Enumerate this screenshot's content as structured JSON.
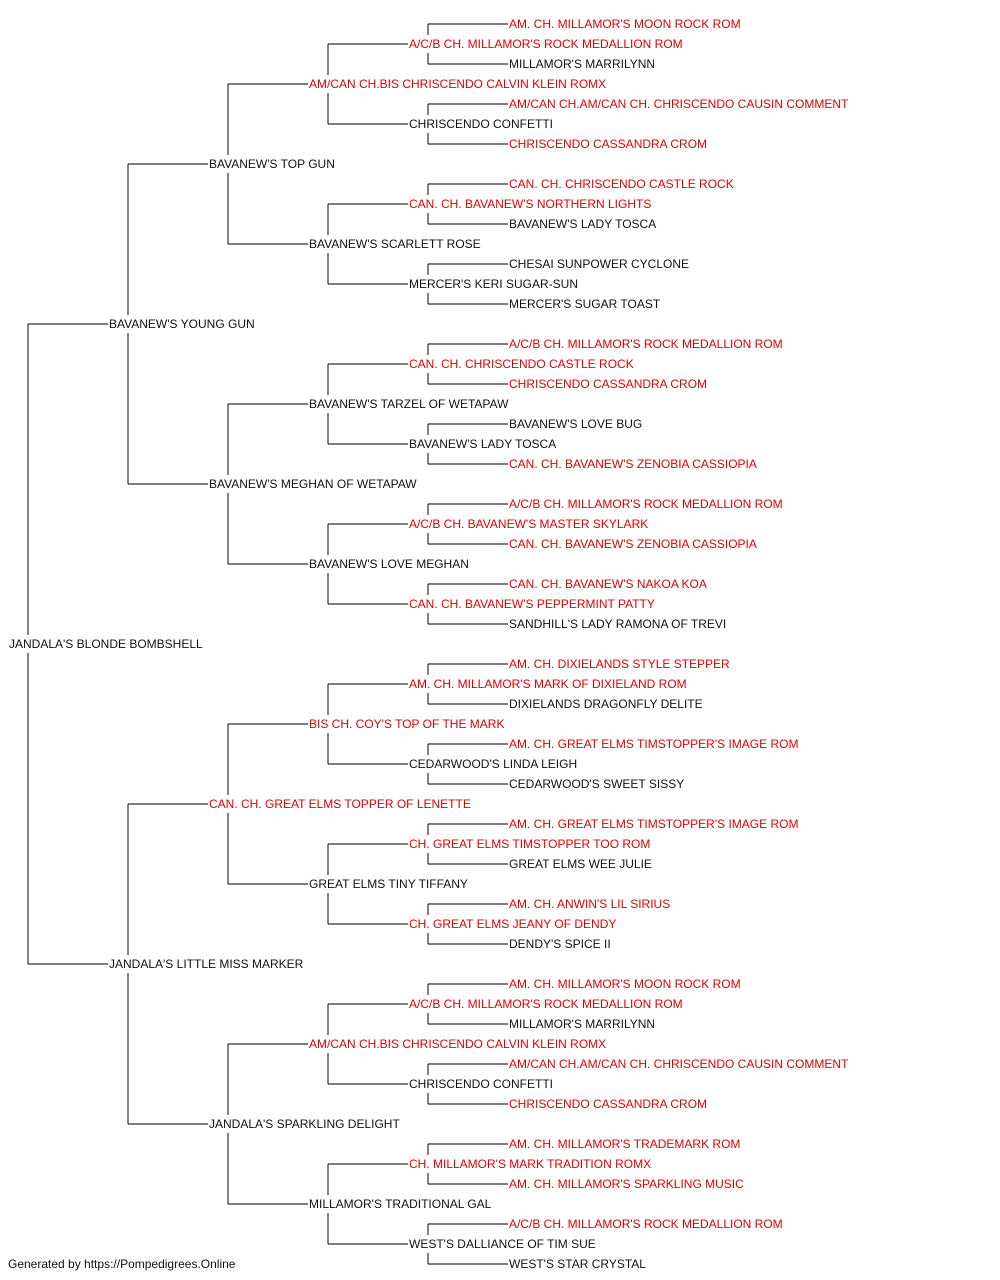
{
  "colors": {
    "titled": "#e00000",
    "plain": "#111111",
    "line": "#333333"
  },
  "footer": "Generated by https://Pompedigrees.Online",
  "generations": [
    [
      "JANDALA'S BLONDE BOMBSHELL"
    ],
    [
      "BAVANEW'S YOUNG GUN",
      "JANDALA'S LITTLE MISS MARKER"
    ],
    [
      "BAVANEW'S TOP GUN",
      "BAVANEW'S MEGHAN OF WETAPAW",
      "CAN. CH. GREAT ELMS TOPPER OF LENETTE",
      "JANDALA'S SPARKLING DELIGHT"
    ],
    [
      "AM/CAN CH.BIS CHRISCENDO CALVIN KLEIN ROMX",
      "BAVANEW'S SCARLETT ROSE",
      "BAVANEW'S TARZEL OF WETAPAW",
      "BAVANEW'S LOVE MEGHAN",
      "BIS CH. COY'S TOP OF THE MARK",
      "GREAT ELMS TINY TIFFANY",
      "AM/CAN CH.BIS CHRISCENDO CALVIN KLEIN ROMX",
      "MILLAMOR'S TRADITIONAL GAL"
    ],
    [
      "A/C/B CH. MILLAMOR'S ROCK MEDALLION ROM",
      "CHRISCENDO CONFETTI",
      "CAN. CH. BAVANEW'S NORTHERN LIGHTS",
      "MERCER'S KERI SUGAR-SUN",
      "CAN. CH. CHRISCENDO CASTLE ROCK",
      "BAVANEW'S LADY TOSCA",
      "A/C/B CH. BAVANEW'S MASTER SKYLARK",
      "CAN. CH. BAVANEW'S PEPPERMINT PATTY",
      "AM. CH. MILLAMOR'S MARK OF DIXIELAND ROM",
      "CEDARWOOD'S LINDA LEIGH",
      "CH. GREAT ELMS TIMSTOPPER TOO ROM",
      "CH. GREAT ELMS JEANY OF DENDY",
      "A/C/B CH. MILLAMOR'S ROCK MEDALLION ROM",
      "CHRISCENDO CONFETTI",
      "CH. MILLAMOR'S MARK TRADITION ROMX",
      "WEST'S DALLIANCE OF TIM SUE"
    ],
    [
      "AM. CH. MILLAMOR'S MOON ROCK ROM",
      "MILLAMOR'S MARRILYNN",
      "AM/CAN CH.AM/CAN CH. CHRISCENDO CAUSIN COMMENT",
      "CHRISCENDO CASSANDRA CROM",
      "CAN. CH. CHRISCENDO CASTLE ROCK",
      "BAVANEW'S LADY TOSCA",
      "CHESAI SUNPOWER CYCLONE",
      "MERCER'S SUGAR TOAST",
      "A/C/B CH. MILLAMOR'S ROCK MEDALLION ROM",
      "CHRISCENDO CASSANDRA CROM",
      "BAVANEW'S LOVE BUG",
      "CAN. CH. BAVANEW'S ZENOBIA CASSIOPIA",
      "A/C/B CH. MILLAMOR'S ROCK MEDALLION ROM",
      "CAN. CH. BAVANEW'S ZENOBIA CASSIOPIA",
      "CAN. CH. BAVANEW'S NAKOA KOA",
      "SANDHILL'S LADY RAMONA OF TREVI",
      "AM. CH. DIXIELANDS STYLE STEPPER",
      "DIXIELANDS DRAGONFLY DELITE",
      "AM. CH. GREAT ELMS TIMSTOPPER'S IMAGE ROM",
      "CEDARWOOD'S SWEET SISSY",
      "AM. CH. GREAT ELMS TIMSTOPPER'S IMAGE ROM",
      "GREAT ELMS WEE JULIE",
      "AM. CH. ANWIN'S LIL SIRIUS",
      "DENDY'S SPICE II",
      "AM. CH. MILLAMOR'S MOON ROCK ROM",
      "MILLAMOR'S MARRILYNN",
      "AM/CAN CH.AM/CAN CH. CHRISCENDO CAUSIN COMMENT",
      "CHRISCENDO CASSANDRA CROM",
      "AM. CH. MILLAMOR'S TRADEMARK ROM",
      "AM. CH. MILLAMOR'S SPARKLING MUSIC",
      "A/C/B CH. MILLAMOR'S ROCK MEDALLION ROM",
      "WEST'S STAR CRYSTAL"
    ]
  ],
  "titled": [
    [
      false
    ],
    [
      false,
      false
    ],
    [
      false,
      false,
      true,
      false
    ],
    [
      true,
      false,
      false,
      false,
      true,
      false,
      true,
      false
    ],
    [
      true,
      false,
      true,
      false,
      true,
      false,
      true,
      true,
      true,
      false,
      true,
      true,
      true,
      false,
      true,
      false
    ],
    [
      true,
      false,
      true,
      true,
      true,
      false,
      false,
      false,
      true,
      true,
      false,
      true,
      true,
      true,
      true,
      false,
      true,
      false,
      true,
      false,
      true,
      false,
      true,
      false,
      true,
      false,
      true,
      true,
      true,
      true,
      true,
      false
    ]
  ]
}
